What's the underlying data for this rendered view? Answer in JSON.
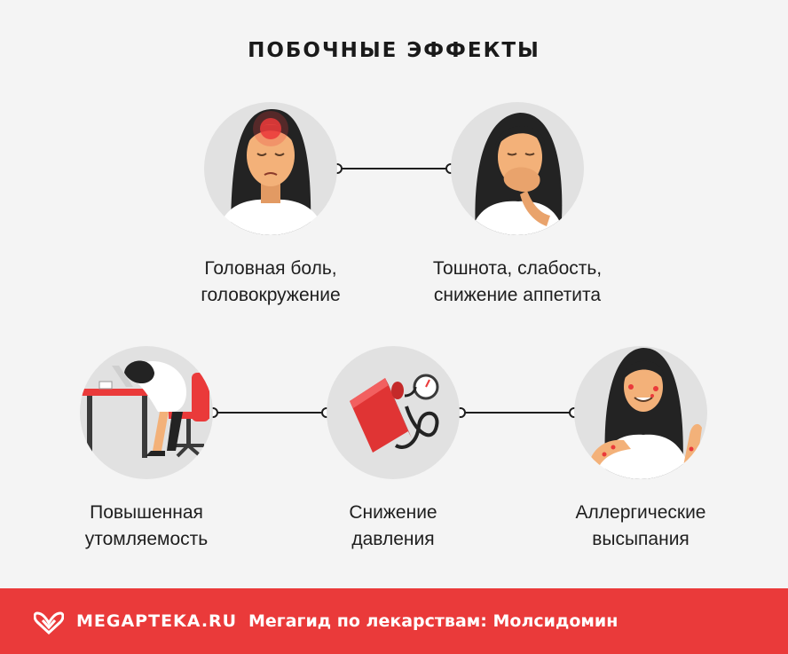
{
  "title": "ПОБОЧНЫЕ ЭФФЕКТЫ",
  "effects": [
    {
      "line1": "Головная боль,",
      "line2": "головокружение",
      "icon": "headache-woman-icon"
    },
    {
      "line1": "Тошнота, слабость,",
      "line2": "снижение аппетита",
      "icon": "nausea-woman-icon"
    },
    {
      "line1": "Повышенная",
      "line2": "утомляемость",
      "icon": "fatigue-desk-icon"
    },
    {
      "line1": "Снижение",
      "line2": "давления",
      "icon": "blood-pressure-monitor-icon"
    },
    {
      "line1": "Аллергические",
      "line2": "высыпания",
      "icon": "allergic-rash-woman-icon"
    }
  ],
  "footer": {
    "brand": "MEGAPTEKA.RU",
    "tagline": "Мегагид по лекарствам: Молсидомин"
  },
  "colors": {
    "accent": "#ea3a3a",
    "background": "#f4f4f4",
    "circle": "#e1e1e1",
    "skin": "#f3b179",
    "hair": "#232323"
  }
}
